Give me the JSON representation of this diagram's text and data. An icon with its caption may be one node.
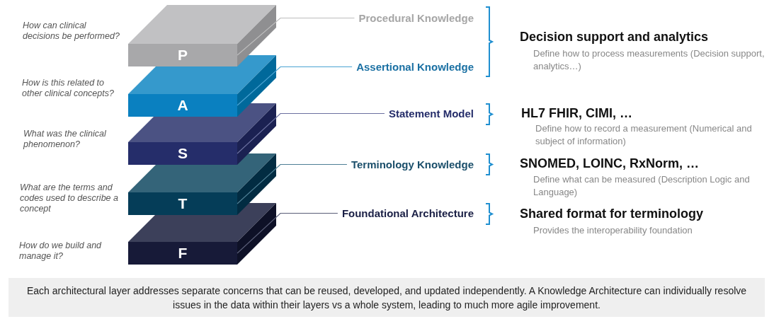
{
  "diagram": {
    "caption": "Each architectural layer addresses separate concerns that can be reused, developed, and updated independently. A Knowledge Architecture can individually resolve issues in the data within their layers vs a whole system, leading to much more agile improvement.",
    "nodes": [
      {
        "text": [
          "P"
        ]
      },
      {
        "text": [
          "A"
        ]
      },
      {
        "text": [
          "S"
        ]
      },
      {
        "text": [
          "T"
        ]
      },
      {
        "text": [
          "F"
        ]
      },
      {
        "text": [
          "Procedural Knowledge"
        ]
      },
      {
        "text": [
          "Assertional Knowledge"
        ]
      },
      {
        "text": [
          "Statement Model"
        ]
      },
      {
        "text": [
          "Terminology Knowledge"
        ]
      },
      {
        "text": [
          "Foundational Architecture"
        ]
      }
    ],
    "edges": [
      {
        "from": 5,
        "to": 0,
        "arrow": "none",
        "color": "#bdbdbd"
      },
      {
        "from": 6,
        "to": 1,
        "arrow": "none",
        "color": "#4ba3d3"
      },
      {
        "from": 7,
        "to": 2,
        "arrow": "none",
        "color": "#6b70a0"
      },
      {
        "from": 8,
        "to": 3,
        "arrow": "none",
        "color": "#4e7f95"
      },
      {
        "from": 9,
        "to": 4,
        "arrow": "none",
        "color": "#5a5e78"
      }
    ],
    "labels": [
      "How can clinical decisions be performed?",
      "How is this related to other clinical concepts?",
      "What was the clinical phenomenon?",
      "What are the terms and codes used to describe a concept",
      "How do we build and manage it?",
      "Decision support and analytics",
      "Define how to process measurements (Decision support, analytics…)",
      "HL7 FHIR, CIMI, …",
      "Define how to record a measurement (Numerical and subject of information)",
      "SNOMED, LOINC, RxNorm, …",
      "Define what can be measured (Description Logic and Language)",
      "Shared format for terminology",
      "Provides the interoperability foundation"
    ]
  }
}
